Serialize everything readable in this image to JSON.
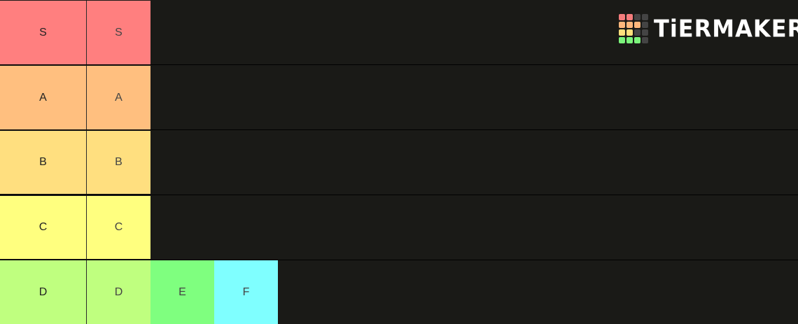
{
  "brand": {
    "name": "TiERMAKER",
    "grid_colors": [
      "#f47c7c",
      "#f47c7c",
      "#444",
      "#444",
      "#ffb77c",
      "#ffb77c",
      "#ffb77c",
      "#444",
      "#ffe07c",
      "#ffe07c",
      "#444",
      "#444",
      "#7cf47c",
      "#7cf47c",
      "#7cf47c",
      "#444"
    ]
  },
  "tiers": [
    {
      "label": "S",
      "color": "#ff7f7f",
      "items": [
        {
          "label": "S",
          "color": "#ff7f7f"
        }
      ]
    },
    {
      "label": "A",
      "color": "#ffbf7f",
      "items": [
        {
          "label": "A",
          "color": "#ffbf7f"
        }
      ]
    },
    {
      "label": "B",
      "color": "#ffdf7f",
      "items": [
        {
          "label": "B",
          "color": "#ffdf7f"
        }
      ]
    },
    {
      "label": "C",
      "color": "#ffff7f",
      "items": [
        {
          "label": "C",
          "color": "#ffff7f"
        }
      ]
    },
    {
      "label": "D",
      "color": "#bfff7f",
      "items": [
        {
          "label": "D",
          "color": "#bfff7f"
        },
        {
          "label": "E",
          "color": "#7fff7f"
        },
        {
          "label": "F",
          "color": "#7fffff"
        }
      ]
    }
  ]
}
